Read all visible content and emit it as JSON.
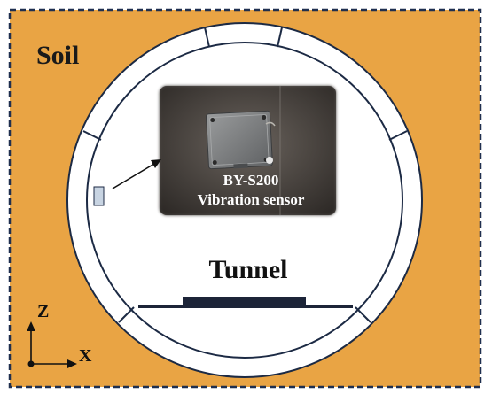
{
  "labels": {
    "soil": "Soil",
    "tunnel": "Tunnel",
    "sensor_model": "BY-S200",
    "sensor_desc": "Vibration sensor",
    "axis_z": "Z",
    "axis_x": "X"
  },
  "colors": {
    "soil": "#e9a444",
    "border": "#1f2f4f",
    "lining_stroke": "#1c2a44",
    "track": "#1c2438",
    "photo_bg": "#4a4440",
    "sensor_body": "#7d7f80",
    "sensor_marker": "#c8d4e2"
  }
}
